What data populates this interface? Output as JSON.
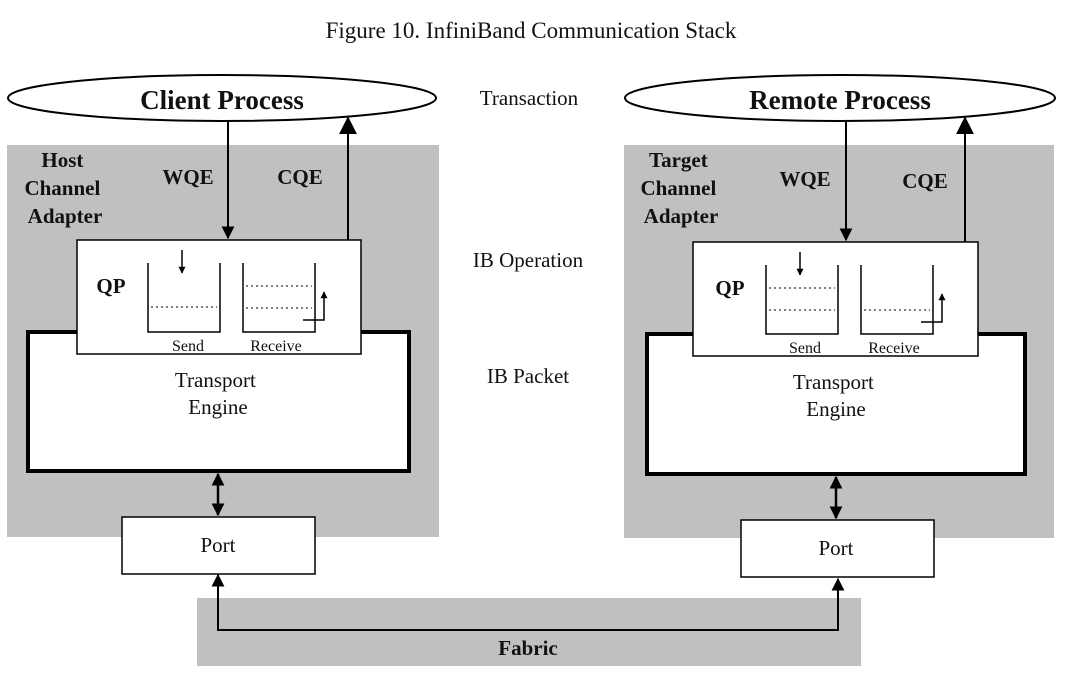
{
  "title": "Figure 10.  InfiniBand Communication Stack",
  "layers": {
    "transaction": "Transaction",
    "ib_operation": "IB Operation",
    "ib_packet": "IB Packet"
  },
  "left": {
    "process": "Client Process",
    "adapter": [
      "Host",
      "Channel",
      "Adapter"
    ],
    "wqe": "WQE",
    "cqe": "CQE",
    "qp": "QP",
    "send": "Send",
    "receive": "Receive",
    "engine": [
      "Transport",
      "Engine"
    ],
    "port": "Port"
  },
  "right": {
    "process": "Remote Process",
    "adapter": [
      "Target",
      "Channel",
      "Adapter"
    ],
    "wqe": "WQE",
    "cqe": "CQE",
    "qp": "QP",
    "send": "Send",
    "receive": "Receive",
    "engine": [
      "Transport",
      "Engine"
    ],
    "port": "Port"
  },
  "fabric": "Fabric",
  "colors": {
    "adapter_fill": "#c0c0c0",
    "fabric_fill": "#c0c0c0",
    "line": "#000000",
    "box_fill": "#ffffff"
  }
}
